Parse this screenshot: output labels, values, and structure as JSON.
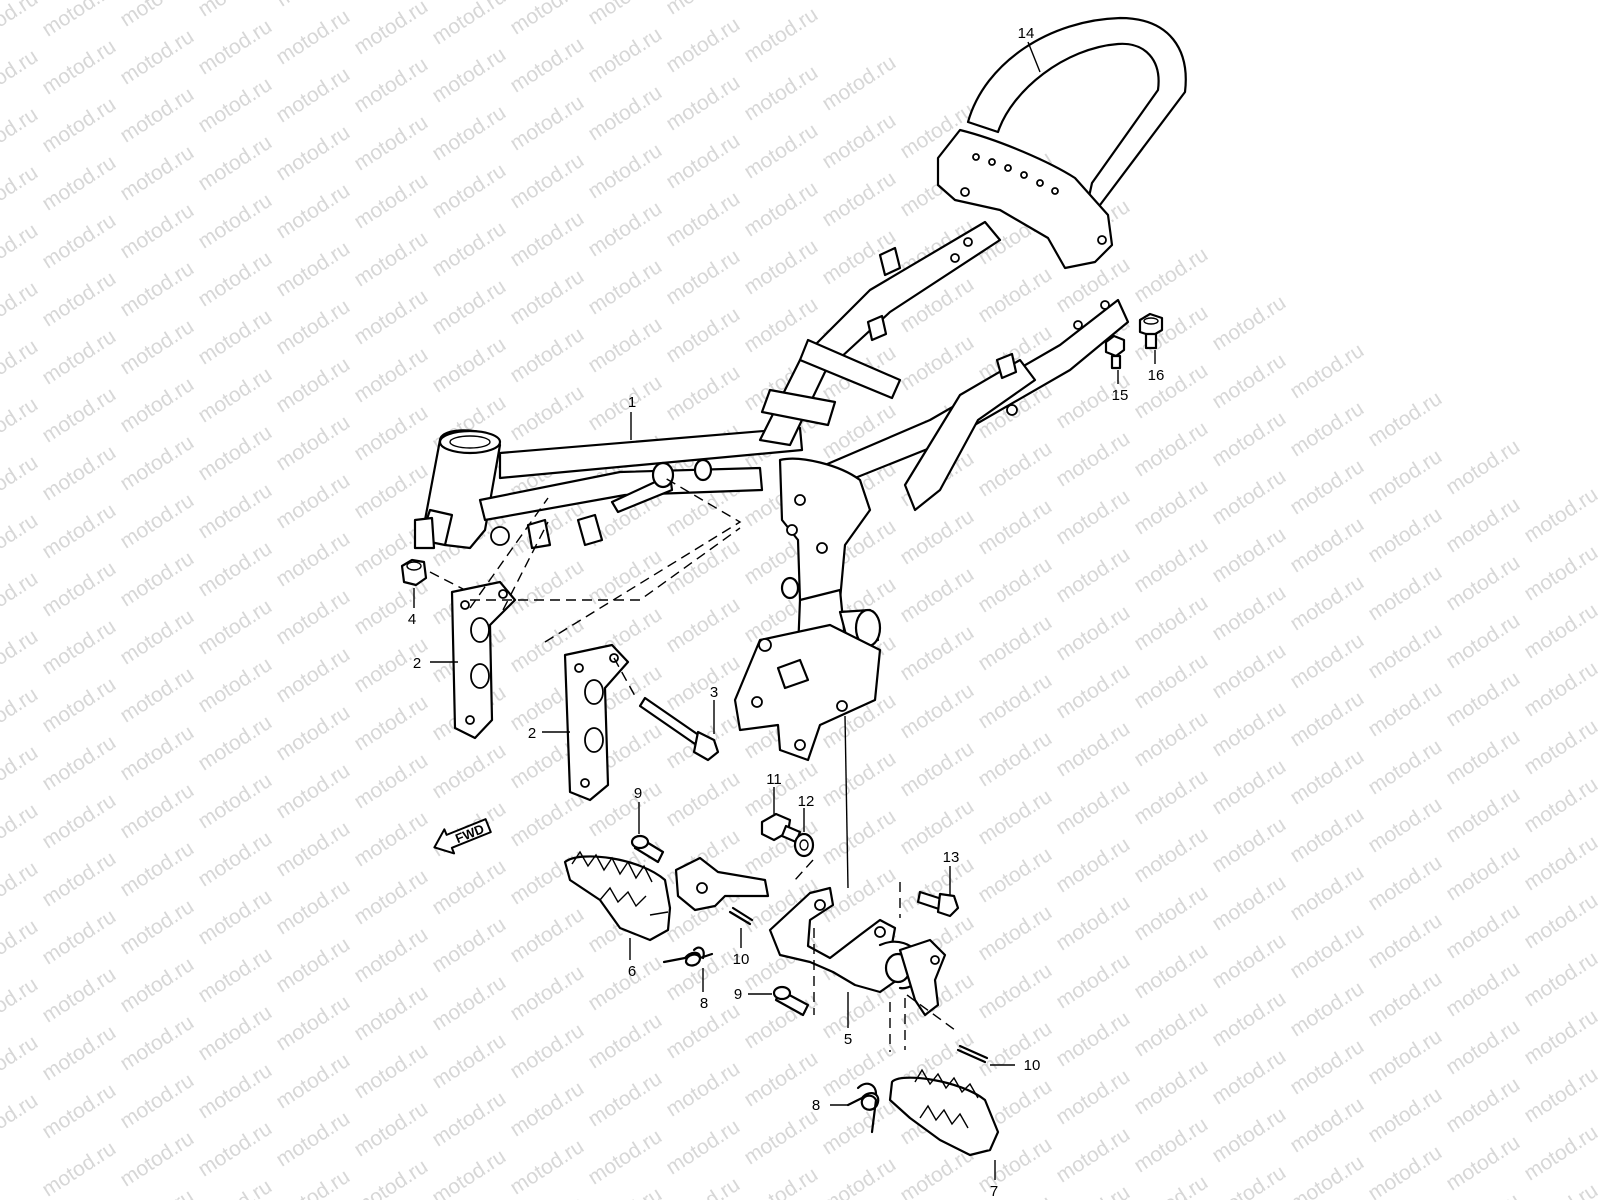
{
  "watermark": {
    "text": "motod.ru"
  },
  "fwd_badge": {
    "label": "FWD"
  },
  "callouts": [
    {
      "id": "1",
      "label": "1"
    },
    {
      "id": "2a",
      "label": "2"
    },
    {
      "id": "2b",
      "label": "2"
    },
    {
      "id": "3",
      "label": "3"
    },
    {
      "id": "4",
      "label": "4"
    },
    {
      "id": "5",
      "label": "5"
    },
    {
      "id": "6",
      "label": "6"
    },
    {
      "id": "7",
      "label": "7"
    },
    {
      "id": "8a",
      "label": "8"
    },
    {
      "id": "8b",
      "label": "8"
    },
    {
      "id": "9a",
      "label": "9"
    },
    {
      "id": "9b",
      "label": "9"
    },
    {
      "id": "10a",
      "label": "10"
    },
    {
      "id": "10b",
      "label": "10"
    },
    {
      "id": "11",
      "label": "11"
    },
    {
      "id": "12",
      "label": "12"
    },
    {
      "id": "13",
      "label": "13"
    },
    {
      "id": "14",
      "label": "14"
    },
    {
      "id": "15",
      "label": "15"
    },
    {
      "id": "16",
      "label": "16"
    }
  ]
}
